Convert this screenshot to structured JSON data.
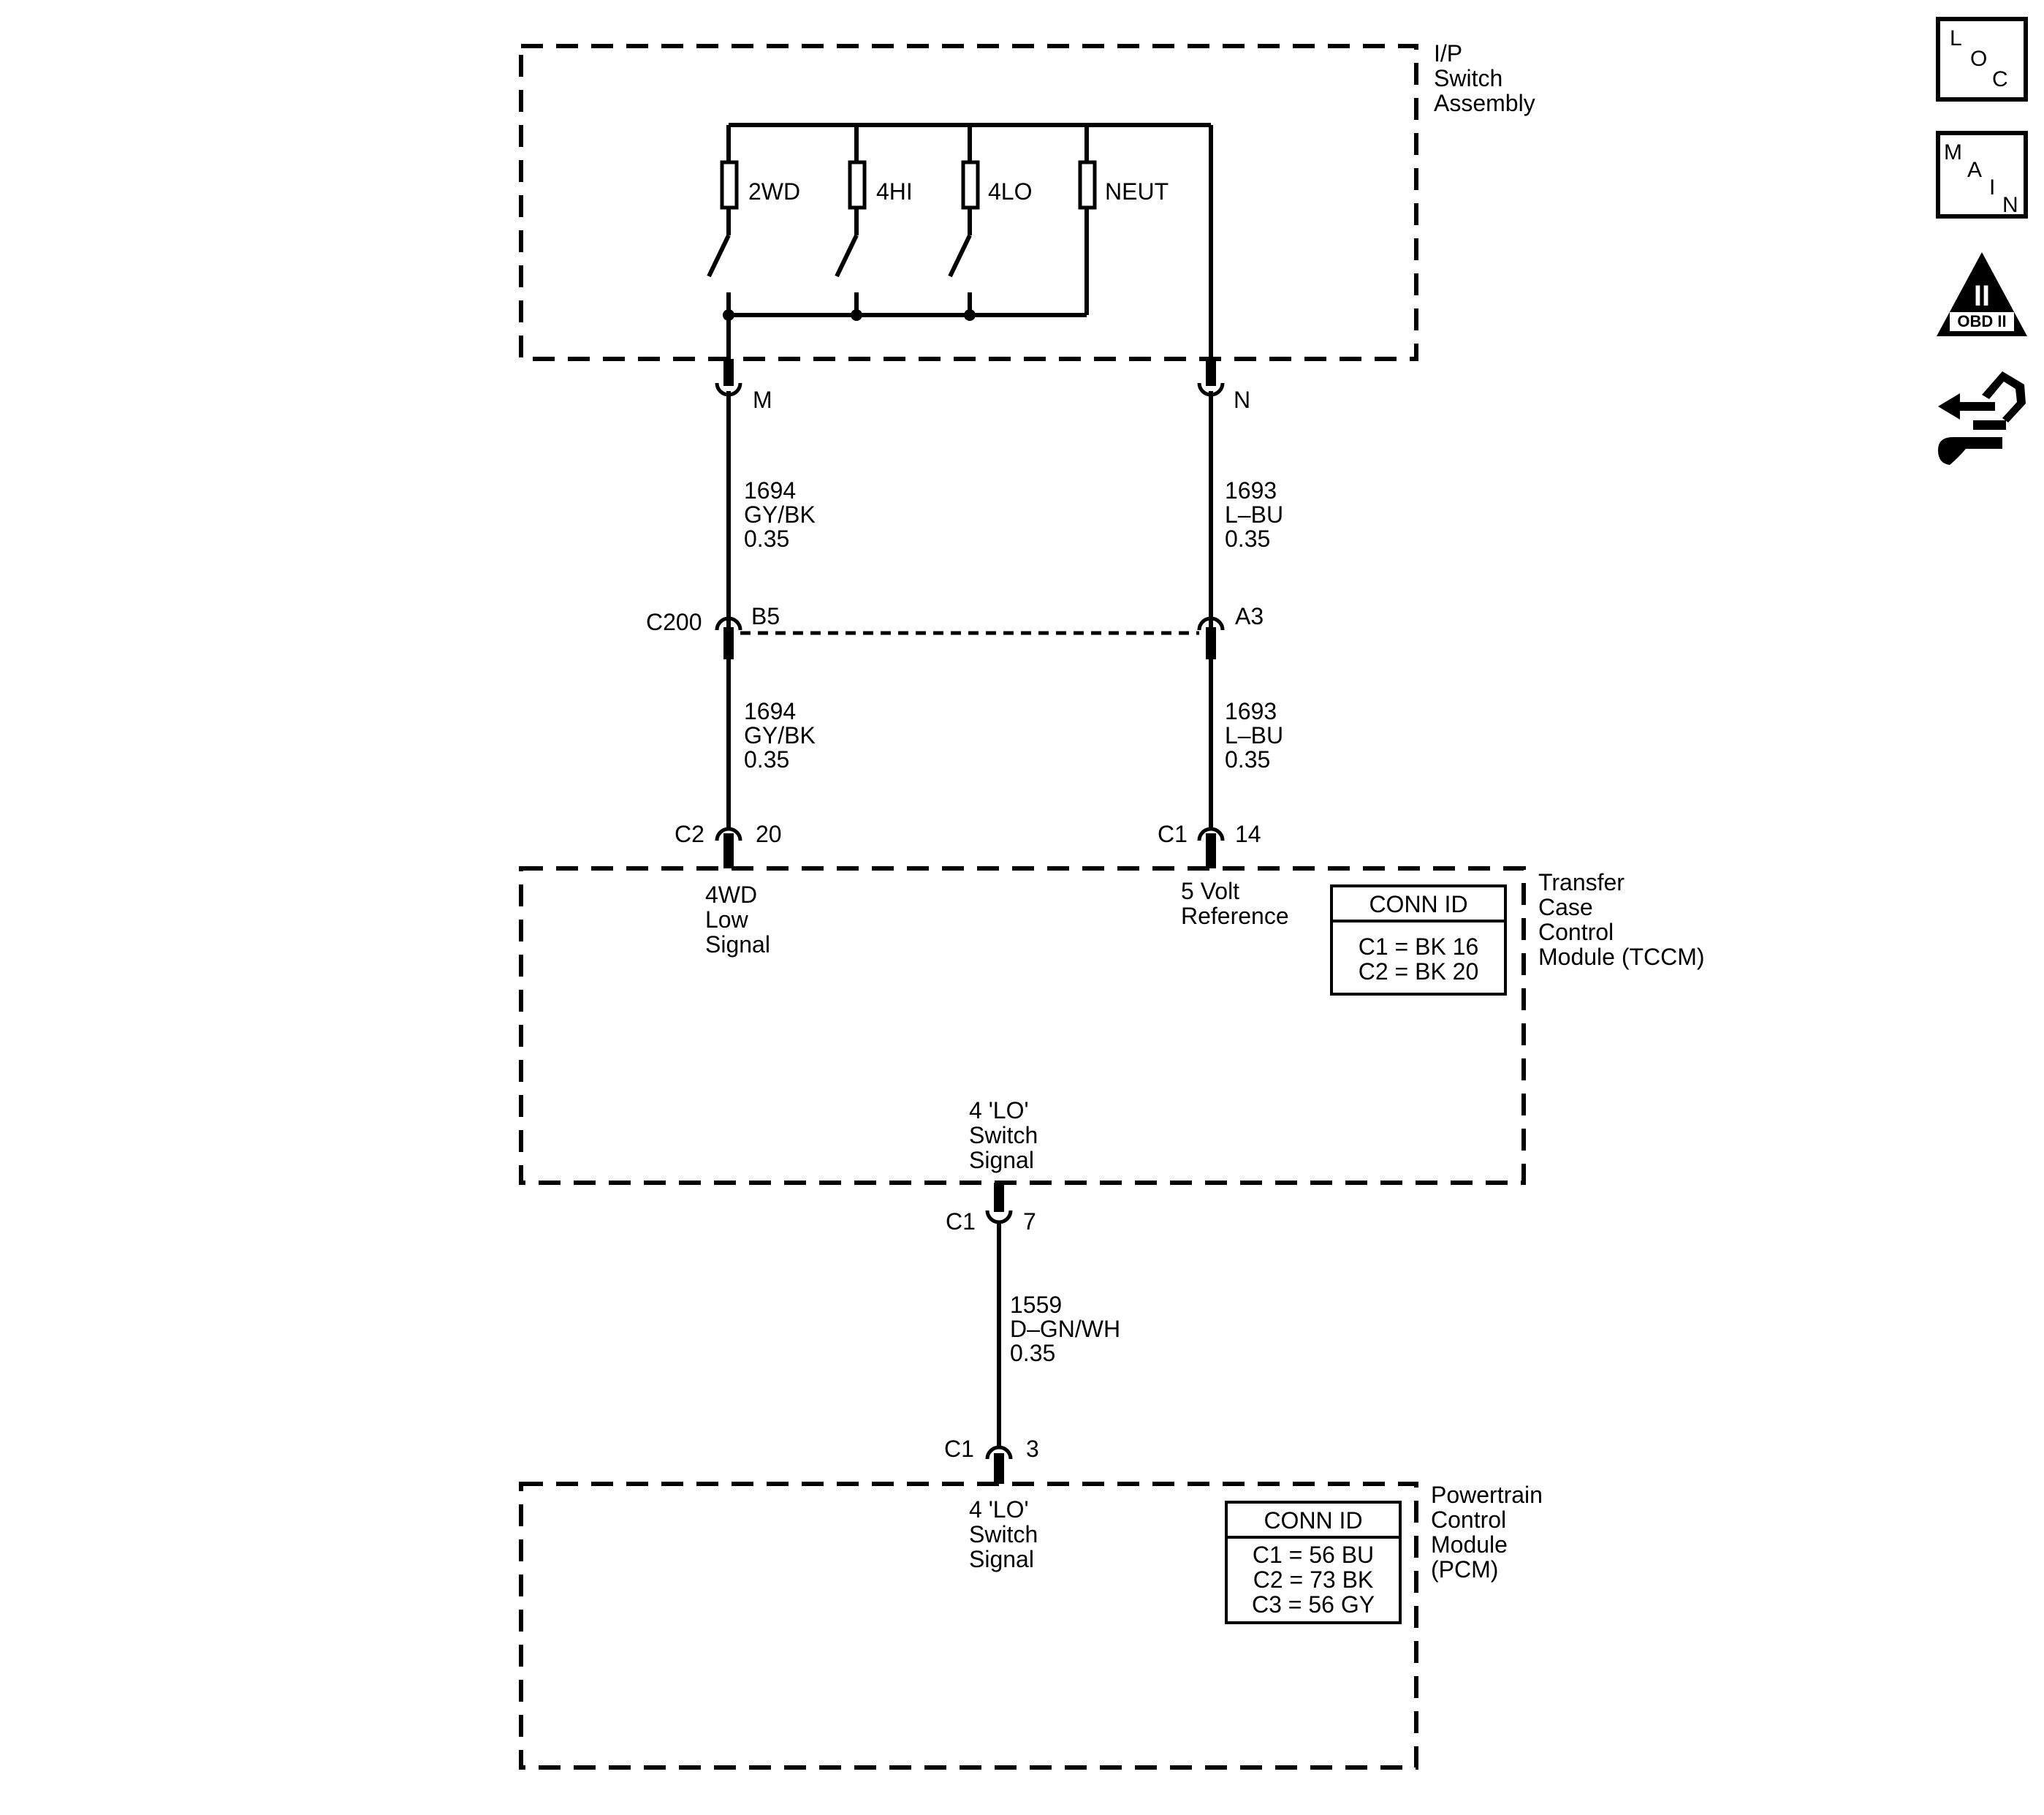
{
  "modules": {
    "ip_switch": {
      "name": [
        "I/P",
        "Switch",
        "Assembly"
      ]
    },
    "tccm": {
      "name": [
        "Transfer",
        "Case",
        "Control",
        "Module (TCCM)"
      ],
      "conn_id_title": "CONN ID",
      "conn_ids": [
        "C1 = BK 16",
        "C2 = BK 20"
      ],
      "pin_labels": {
        "low_signal": [
          "4WD",
          "Low",
          "Signal"
        ],
        "reference": [
          "5 Volt",
          "Reference"
        ],
        "lo_switch": [
          "4 'LO'",
          "Switch",
          "Signal"
        ]
      }
    },
    "pcm": {
      "name": [
        "Powertrain",
        "Control",
        "Module",
        "(PCM)"
      ],
      "conn_id_title": "CONN ID",
      "conn_ids": [
        "C1 = 56 BU",
        "C2 = 73 BK",
        "C3 = 56 GY"
      ],
      "pin_labels": {
        "lo_switch": [
          "4 'LO'",
          "Switch",
          "Signal"
        ]
      }
    }
  },
  "switches": [
    "2WD",
    "4HI",
    "4LO",
    "NEUT"
  ],
  "connectors": {
    "ip_left": {
      "pin": "M"
    },
    "ip_right": {
      "pin": "N"
    },
    "c200": {
      "name": "C200",
      "left_pin": "B5",
      "right_pin": "A3"
    },
    "tccm_left": {
      "conn": "C2",
      "pin": "20"
    },
    "tccm_right": {
      "conn": "C1",
      "pin": "14"
    },
    "tccm_bottom": {
      "conn": "C1",
      "pin": "7"
    },
    "pcm_top": {
      "conn": "C1",
      "pin": "3"
    }
  },
  "wires": {
    "left_upper": [
      "1694",
      "GY/BK",
      "0.35"
    ],
    "right_upper": [
      "1693",
      "L–BU",
      "0.35"
    ],
    "left_lower": [
      "1694",
      "GY/BK",
      "0.35"
    ],
    "right_lower": [
      "1693",
      "L–BU",
      "0.35"
    ],
    "signal": [
      "1559",
      "D–GN/WH",
      "0.35"
    ]
  },
  "nav_icons": {
    "loc": {
      "letters": [
        "L",
        "O",
        "C"
      ],
      "icon": "loc-icon"
    },
    "main": {
      "letters": [
        "M",
        "A",
        "I",
        "N"
      ],
      "icon": "main-icon"
    },
    "obd": {
      "numeral": "II",
      "label": "OBD II",
      "icon": "obd-ii-icon"
    },
    "service": {
      "icon": "service-wrench-icon"
    }
  },
  "colors": {
    "line": "#000000",
    "background": "#ffffff"
  }
}
